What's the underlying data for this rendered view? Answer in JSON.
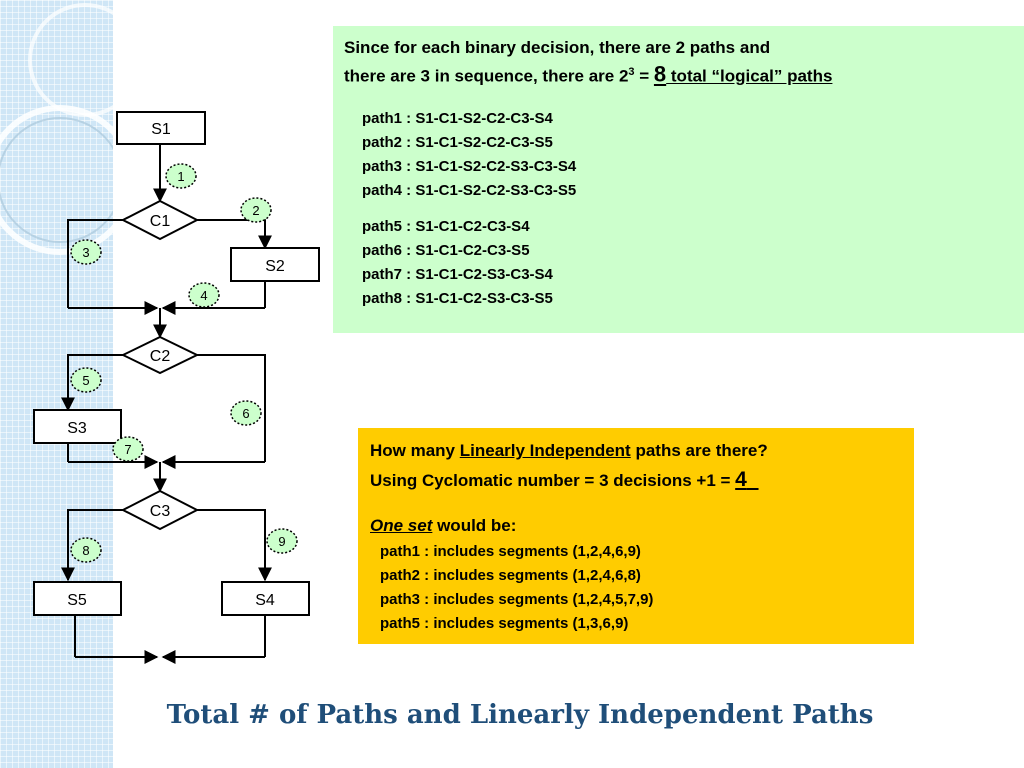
{
  "flowchart": {
    "statements": {
      "s1": "S1",
      "s2": "S2",
      "s3": "S3",
      "s4": "S4",
      "s5": "S5"
    },
    "conditions": {
      "c1": "C1",
      "c2": "C2",
      "c3": "C3"
    },
    "segments": [
      "1",
      "2",
      "3",
      "4",
      "5",
      "6",
      "7",
      "8",
      "9"
    ]
  },
  "logical_paths": {
    "intro_line1": "Since for each binary decision, there are 2 paths and",
    "intro_line2_prefix": "there are 3 in sequence, there are 2",
    "intro_exponent": "3",
    "intro_equals": " = ",
    "intro_total": "8",
    "intro_suffix": " total “logical” paths",
    "paths": [
      "path1 : S1-C1-S2-C2-C3-S4",
      "path2 : S1-C1-S2-C2-C3-S5",
      "path3 : S1-C1-S2-C2-S3-C3-S4",
      "path4 : S1-C1-S2-C2-S3-C3-S5",
      "path5 : S1-C1-C2-C3-S4",
      "path6 : S1-C1-C2-C3-S5",
      "path7 : S1-C1-C2-S3-C3-S4",
      "path8 : S1-C1-C2-S3-C3-S5"
    ]
  },
  "independent_paths": {
    "question_prefix": "How many ",
    "question_term": "Linearly Independent",
    "question_suffix": " paths are there?",
    "cyclomatic_text": "Using Cyclomatic number = 3 decisions +1 = ",
    "cyclomatic_value": "4",
    "one_set_label": "One set",
    "one_set_suffix": " would be:",
    "paths": [
      "path1 : includes segments (1,2,4,6,9)",
      "path2 : includes segments (1,2,4,6,8)",
      "path3 : includes segments (1,2,4,5,7,9)",
      "path5 : includes segments (1,3,6,9)"
    ]
  },
  "title": "Total # of Paths and Linearly Independent Paths",
  "colors": {
    "green_panel": "#ccffcc",
    "yellow_panel": "#ffcc00",
    "segment_circle": "#ccffcc",
    "title": "#1f4e79"
  }
}
